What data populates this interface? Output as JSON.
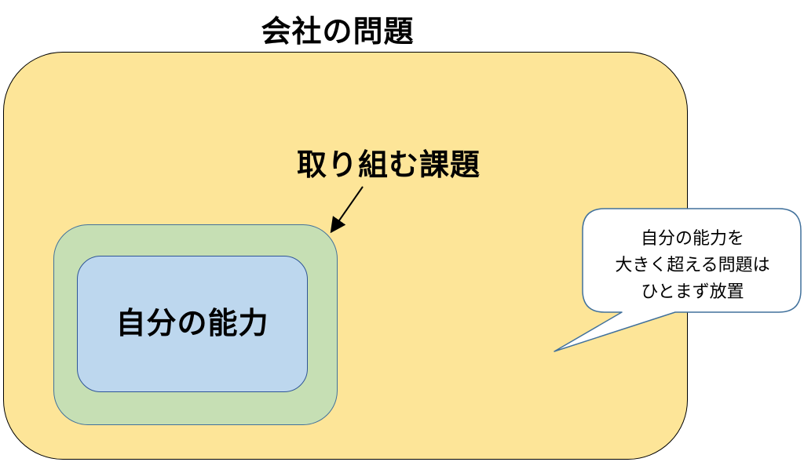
{
  "diagram": {
    "title": "会社の問題",
    "task_label": "取り組む課題",
    "ability_label": "自分の能力",
    "callout": {
      "lines": [
        "自分の能力を",
        "大きく超える問題は",
        "ひとまず放置"
      ]
    }
  },
  "colors": {
    "company_fill": "#fde598",
    "task_fill": "#c6dfb4",
    "ability_fill": "#bdd7ee",
    "callout_fill": "#ffffff",
    "callout_border": "#41719c"
  }
}
